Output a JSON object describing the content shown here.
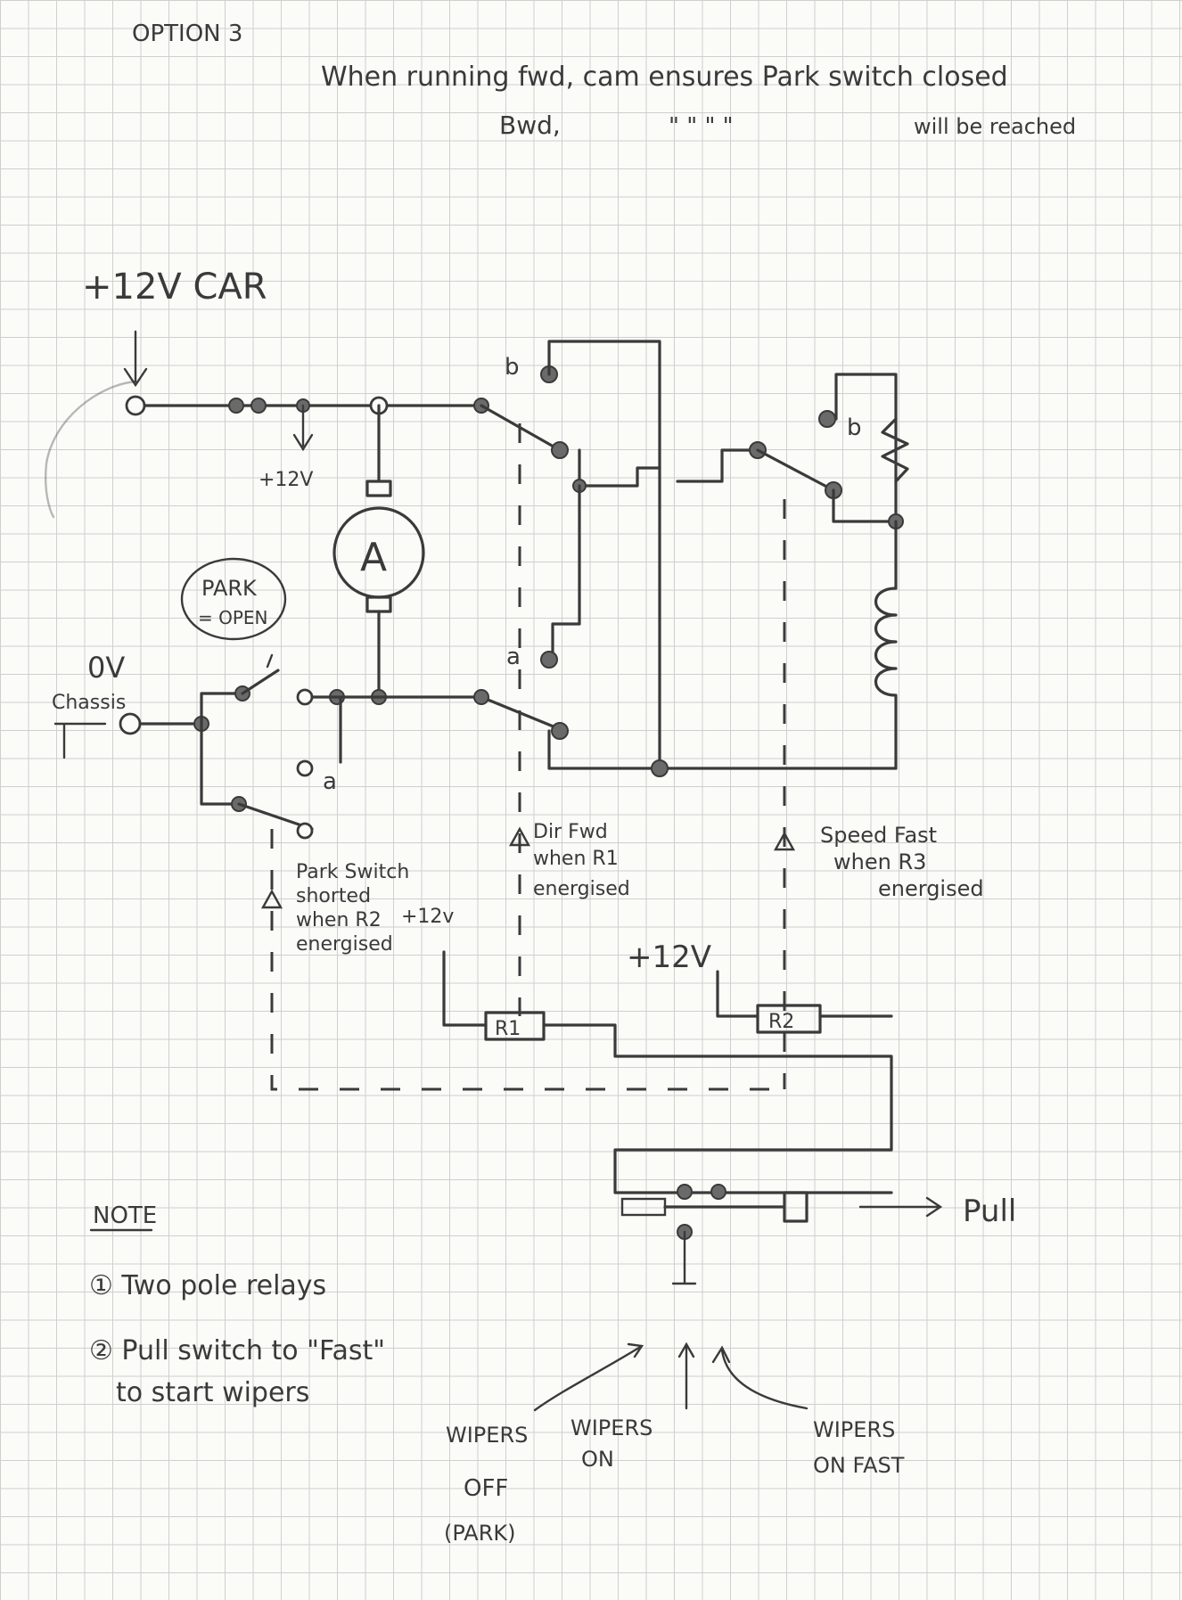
{
  "title": "OPTION 3",
  "header_notes": {
    "line1": "When running fwd, cam ensures Park switch closed",
    "line2_left": "Bwd,",
    "line2_ditto": "\"       \"        \"        \"",
    "line2_right": "will be reached"
  },
  "supply": {
    "car": "+12V CAR",
    "rail": "+12V"
  },
  "ground": {
    "label": "0V",
    "sub": "Chassis"
  },
  "motor": {
    "symbol": "A"
  },
  "park": {
    "label": "PARK",
    "state": "= OPEN"
  },
  "contacts": {
    "a": "a",
    "b": "b"
  },
  "callouts": {
    "park_switch": [
      "Park Switch",
      "shorted",
      "when R2",
      "energised"
    ],
    "park_supply": "+12v",
    "dir": [
      "Dir Fwd",
      "when R1",
      "energised"
    ],
    "speed": [
      "Speed Fast",
      "when R3",
      "energised"
    ],
    "relay_supply": "+12V"
  },
  "relays": {
    "r1": "R1",
    "r2": "R2"
  },
  "pull_switch": {
    "label": "Pull"
  },
  "note": {
    "heading": "NOTE",
    "items": [
      "① Two pole relays",
      "② Pull switch to \"Fast\"",
      "to start wipers"
    ]
  },
  "positions": {
    "off": [
      "WIPERS",
      "OFF",
      "(PARK)"
    ],
    "on": [
      "WIPERS",
      "ON"
    ],
    "fast": [
      "WIPERS",
      "ON FAST"
    ]
  }
}
